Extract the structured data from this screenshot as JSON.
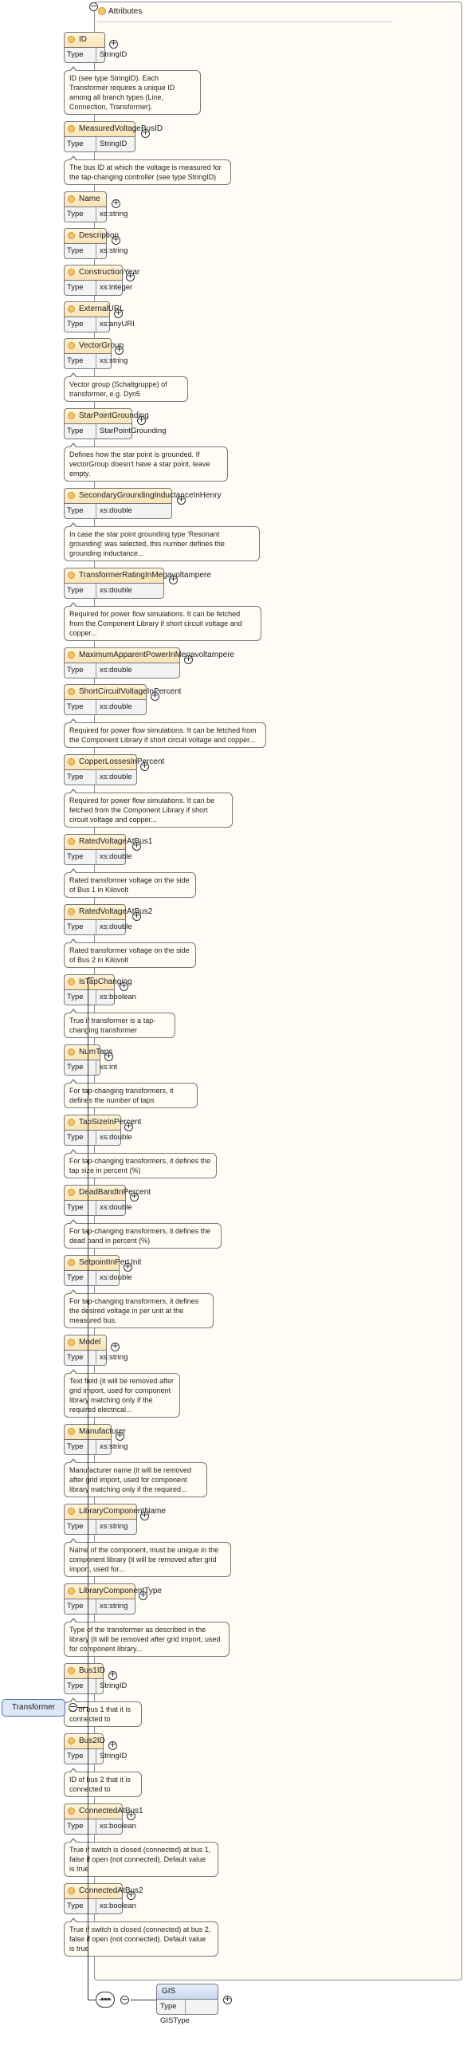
{
  "panel": {
    "title": "Attributes"
  },
  "type_key": "Type",
  "root": {
    "label": "Transformer"
  },
  "attributes": [
    {
      "name": "ID",
      "type": "StringID",
      "doc": "ID (see type StringID). Each Transformer requires a unique ID among all branch types (Line, Connection, Transformer)."
    },
    {
      "name": "MeasuredVoltageBusID",
      "type": "StringID",
      "doc": "The bus ID at which the voltage is measured for the tap-changing controller (see type StringID)"
    },
    {
      "name": "Name",
      "type": "xs:string",
      "doc": ""
    },
    {
      "name": "Description",
      "type": "xs:string",
      "doc": ""
    },
    {
      "name": "ConstructionYear",
      "type": "xs:integer",
      "doc": ""
    },
    {
      "name": "ExternalURL",
      "type": "xs:anyURI",
      "doc": ""
    },
    {
      "name": "VectorGroup",
      "type": "xs:string",
      "doc": "Vector group (Schaltgruppe) of transformer, e.g. Dyn5"
    },
    {
      "name": "StarPointGrounding",
      "type": "StarPointGrounding",
      "doc": "Defines how the star point is grounded. If vectorGroup doesn't have a star point, leave empty."
    },
    {
      "name": "SecondaryGroundingInductanceInHenry",
      "type": "xs:double",
      "doc": "In case the star point grounding type 'Resonant grounding' was selected, this number defines the grounding inductance..."
    },
    {
      "name": "TransformerRatingInMegavoltampere",
      "type": "xs:double",
      "doc": "Required for power flow simulations. It can be fetched from the Component Library if short circuit voltage and copper..."
    },
    {
      "name": "MaximumApparentPowerInMegavoltampere",
      "type": "xs:double",
      "doc": ""
    },
    {
      "name": "ShortCircuitVoltageInPercent",
      "type": "xs:double",
      "doc": "Required for power flow simulations. It can be fetched from the Component Library if short circuit voltage and copper..."
    },
    {
      "name": "CopperLossesInPercent",
      "type": "xs:double",
      "doc": "Required for power flow simulations. It can be fetched from the Component Library if short circuit voltage and copper..."
    },
    {
      "name": "RatedVoltageAtBus1",
      "type": "xs:double",
      "doc": "Rated transformer voltage on the side of Bus 1 in Kilovolt"
    },
    {
      "name": "RatedVoltageAtBus2",
      "type": "xs:double",
      "doc": "Rated transformer voltage on the side of Bus 2 in Kilovolt"
    },
    {
      "name": "IsTapChanging",
      "type": "xs:boolean",
      "doc": "True if transformer is a tap-changing transformer"
    },
    {
      "name": "NumTaps",
      "type": "xs:int",
      "doc": "For tap-changing transformers, it defines the number of taps"
    },
    {
      "name": "TapSizeInPercent",
      "type": "xs:double",
      "doc": "For tap-changing transformers, it defines the tap size in percent (%)"
    },
    {
      "name": "DeadBandInPercent",
      "type": "xs:double",
      "doc": "For tap-changing transformers, it defines the dead band in percent (%)"
    },
    {
      "name": "SetpointInPerUnit",
      "type": "xs:double",
      "doc": "For tap-changing transformers, it defines the desired voltage in per unit at the measured bus."
    },
    {
      "name": "Model",
      "type": "xs:string",
      "doc": "Text field (it will be removed after grid import, used for component library matching only if the required electrical..."
    },
    {
      "name": "Manufacturer",
      "type": "xs:string",
      "doc": "Manufacturer name (it will be removed after grid import, used for component library matching only if the required..."
    },
    {
      "name": "LibraryComponentName",
      "type": "xs:string",
      "doc": "Name of the component, must be unique in the component library (it will be removed after grid import, used for..."
    },
    {
      "name": "LibraryComponentType",
      "type": "xs:string",
      "doc": "Type of the transformer as described in the library (it will be removed after grid import, used for component library..."
    },
    {
      "name": "Bus1ID",
      "type": "StringID",
      "doc": "ID of bus 1 that it is connected to"
    },
    {
      "name": "Bus2ID",
      "type": "StringID",
      "doc": "ID of bus 2 that it is connected to"
    },
    {
      "name": "ConnectedAtBus1",
      "type": "xs:boolean",
      "doc": "True if switch is closed (connected) at bus 1, false if open (not connected). Default value is true"
    },
    {
      "name": "ConnectedAtBus2",
      "type": "xs:boolean",
      "doc": "True if switch is closed (connected) at bus 2, false if open (not connected). Default value is true"
    }
  ],
  "gis": {
    "name": "GIS",
    "type": "GISType"
  }
}
